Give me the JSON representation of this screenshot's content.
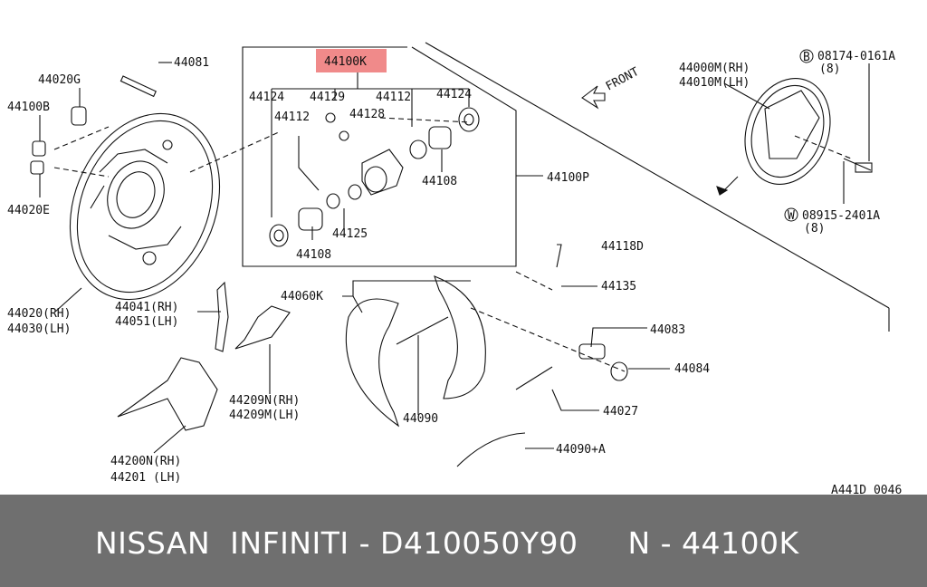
{
  "highlight_color": "#f08a8a",
  "caption_color": "#6f6f6f",
  "labels": {
    "p44100K": "44100K",
    "p44081": "44081",
    "p44020G": "44020G",
    "p44100B": "44100B",
    "p44020E": "44020E",
    "p44020RH": "44020(RH)",
    "p44030LH": "44030(LH)",
    "p44124a": "44124",
    "p44129": "44129",
    "p44112a": "44112",
    "p44124b": "44124",
    "p44112b": "44112",
    "p44128": "44128",
    "p44108a": "44108",
    "p44100P": "44100P",
    "p44125": "44125",
    "p44108b": "44108",
    "p44041RH": "44041(RH)",
    "p44051LH": "44051(LH)",
    "p44060K": "44060K",
    "p44209N": "44209N(RH)",
    "p44209M": "44209M(LH)",
    "p44200N": "44200N(RH)",
    "p44201": "44201 (LH)",
    "p44090": "44090",
    "p44118D": "44118D",
    "p44135": "44135",
    "p44083": "44083",
    "p44084": "44084",
    "p44027": "44027",
    "p44090A": "44090+A",
    "front": "FRONT",
    "p44000M": "44000M(RH)",
    "p44010M": "44010M(LH)",
    "b_circle": "B",
    "p08174": "08174-0161A",
    "qty8a": "(8)",
    "w_circle": "W",
    "p08915": "08915-2401A",
    "qty8b": "(8)",
    "ref": "A441D 0046"
  },
  "caption": "NISSAN  INFINITI - D410050Y90     N - 44100K"
}
